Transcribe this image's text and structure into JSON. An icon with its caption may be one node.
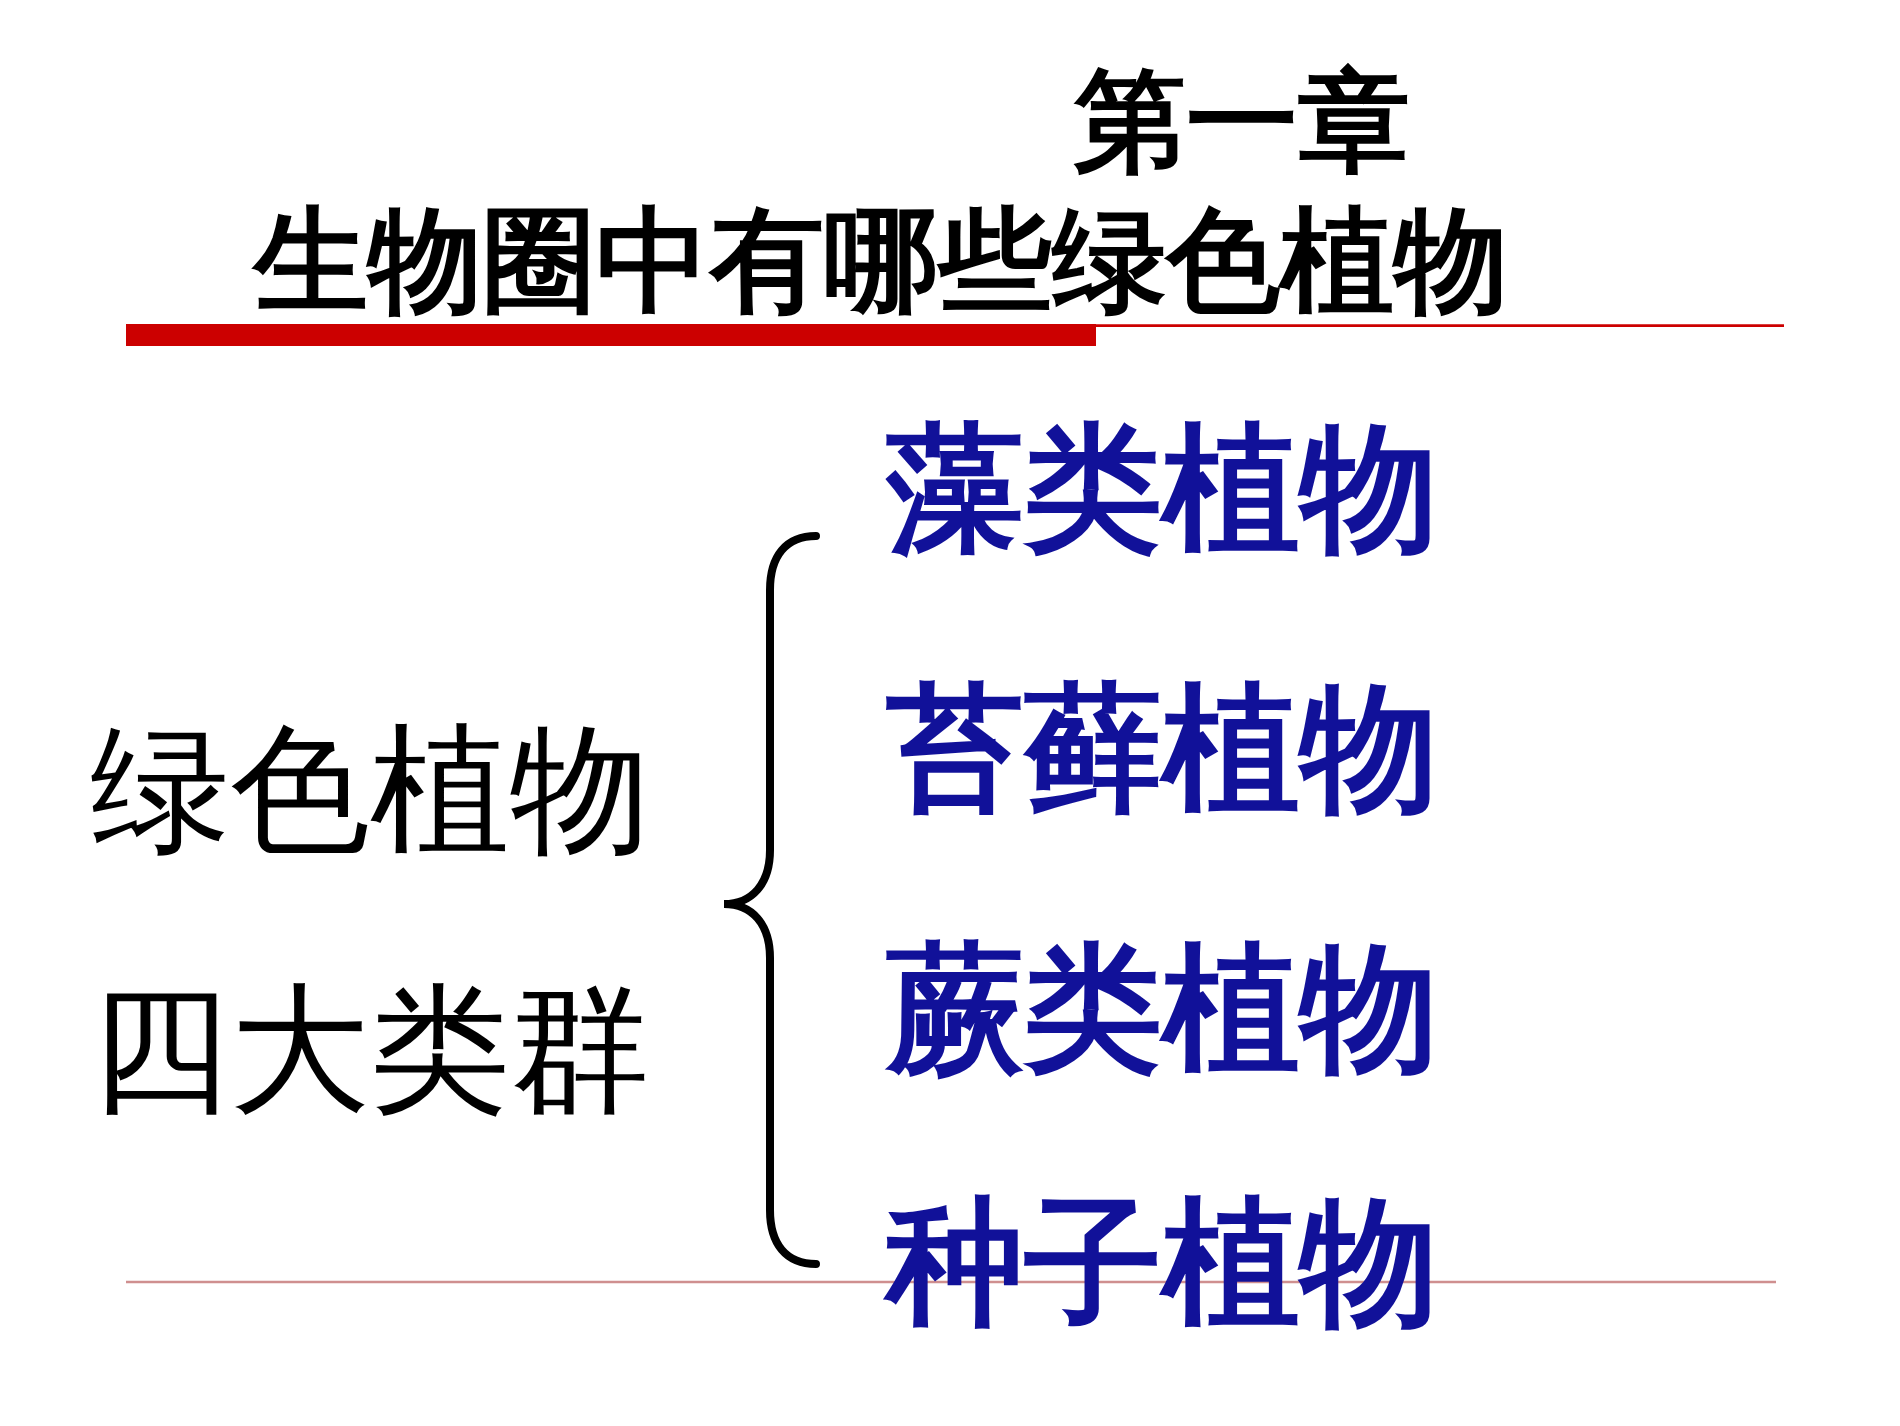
{
  "diagram": {
    "title": "生物圈中有哪些绿色植物",
    "labels": [
      "第一章",
      "绿色植物四大类群",
      "藻类植物",
      "苔藓植物",
      "蕨类植物",
      "种子植物"
    ]
  }
}
